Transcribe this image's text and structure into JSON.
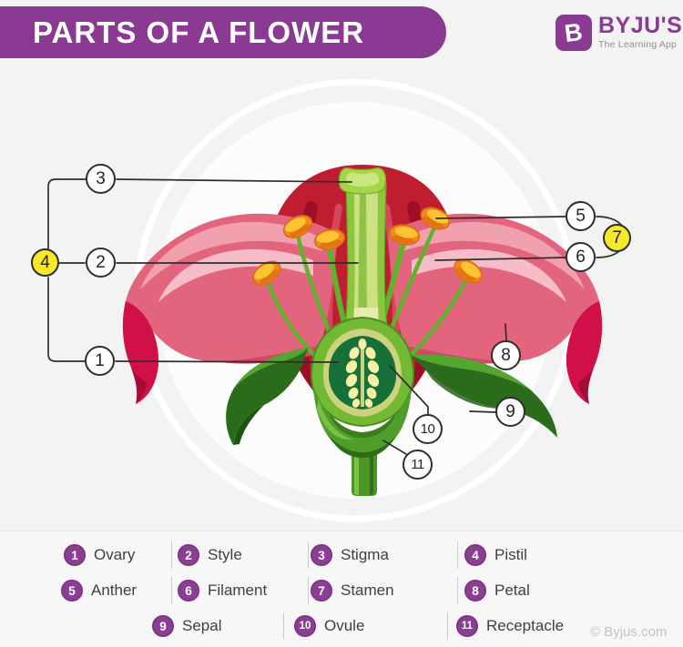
{
  "header": {
    "title": "PARTS OF A FLOWER"
  },
  "brand": {
    "badge_letter": "B",
    "name": "BYJU'S",
    "tagline": "The Learning App"
  },
  "callouts": {
    "c1": "1",
    "c2": "2",
    "c3": "3",
    "c4": "4",
    "c5": "5",
    "c6": "6",
    "c7": "7",
    "c8": "8",
    "c9": "9",
    "c10": "10",
    "c11": "11"
  },
  "legend": {
    "items": [
      {
        "num": "1",
        "label": "Ovary"
      },
      {
        "num": "2",
        "label": "Style"
      },
      {
        "num": "3",
        "label": "Stigma"
      },
      {
        "num": "4",
        "label": "Pistil"
      },
      {
        "num": "5",
        "label": "Anther"
      },
      {
        "num": "6",
        "label": "Filament"
      },
      {
        "num": "7",
        "label": "Stamen"
      },
      {
        "num": "8",
        "label": "Petal"
      },
      {
        "num": "9",
        "label": "Sepal"
      },
      {
        "num": "10",
        "label": "Ovule"
      },
      {
        "num": "11",
        "label": "Receptacle"
      }
    ]
  },
  "footer": {
    "copyright": "© Byjus.com"
  },
  "colors": {
    "brand_purple": "#8a3a92",
    "callout_yellow": "#f8e82a",
    "line_dark": "#2e2e2e",
    "petal_pink": "#e3657d",
    "petal_crimson": "#d01047",
    "back_petal_red": "#c01d31",
    "anther_orange": "#ee8a1e",
    "anther_yellow": "#fcc430",
    "filament_green": "#5fb32c",
    "ovary_green": "#74b934",
    "ovary_interior": "#17703a",
    "ovule_cream": "#f5f0a4",
    "sepal_dark_green": "#2a6b1c"
  }
}
